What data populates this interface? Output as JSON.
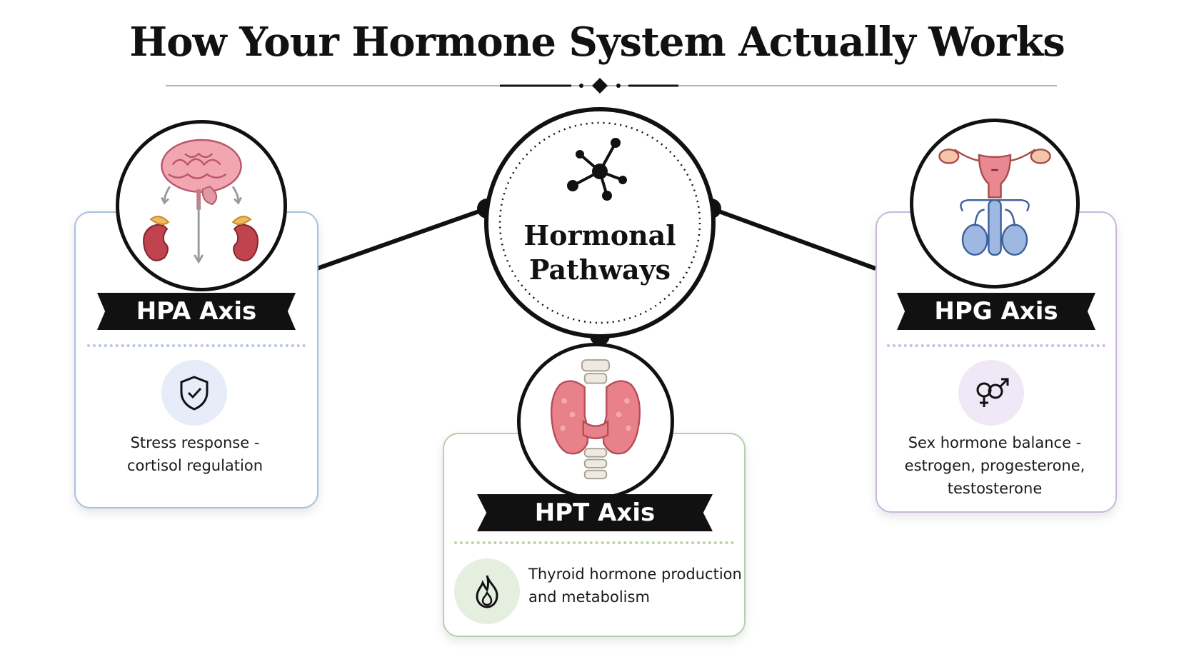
{
  "title": "How Your Hormone System Actually Works",
  "hub": {
    "label_line1": "Hormonal",
    "label_line2": "Pathways",
    "icon": "molecule-icon"
  },
  "axes": {
    "hpa": {
      "name": "HPA Axis",
      "description_line1": "Stress response -",
      "description_line2": "cortisol regulation",
      "illustration": "brain-adrenal-illustration",
      "icon": "shield-check-icon",
      "color": "#a9bfdf"
    },
    "hpt": {
      "name": "HPT Axis",
      "description_line1": "Thyroid hormone production",
      "description_line2": "and metabolism",
      "illustration": "thyroid-illustration",
      "icon": "flame-icon",
      "color": "#b5cfaa"
    },
    "hpg": {
      "name": "HPG Axis",
      "description_line1": "Sex hormone balance -",
      "description_line2": "estrogen, progesterone,",
      "description_line3": "testosterone",
      "illustration": "reproductive-organs-illustration",
      "icon": "gender-symbols-icon",
      "color": "#c9b6de"
    }
  }
}
